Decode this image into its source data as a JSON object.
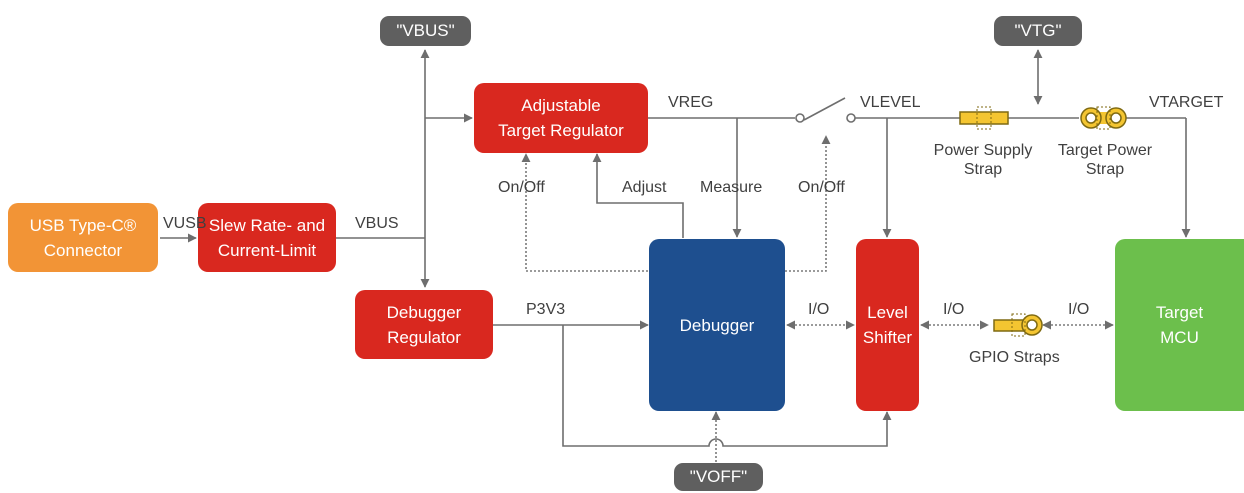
{
  "colors": {
    "usb": "#f29436",
    "red": "#d9281f",
    "debugger": "#1e4f8f",
    "target": "#6cbf4c",
    "tag": "#5f5f5f",
    "line": "#6e6e6e",
    "strap_fill": "#f4c531",
    "strap_stroke": "#7f6a12"
  },
  "blocks": {
    "usb_connector": [
      "USB Type-C®",
      "Connector"
    ],
    "slew_rate": [
      "Slew Rate- and",
      "Current-Limit"
    ],
    "debugger_regulator": [
      "Debugger",
      "Regulator"
    ],
    "adjustable_regulator": [
      "Adjustable",
      "Target Regulator"
    ],
    "debugger": "Debugger",
    "level_shifter": [
      "Level",
      "Shifter"
    ],
    "target_mcu": [
      "Target",
      "MCU"
    ]
  },
  "tags": {
    "vbus": "\"VBUS\"",
    "vtg": "\"VTG\"",
    "voff": "\"VOFF\""
  },
  "labels": {
    "vusb": "VUSB",
    "vbus": "VBUS",
    "vreg": "VREG",
    "vlevel": "VLEVEL",
    "vtarget": "VTARGET",
    "p3v3": "P3V3",
    "on_off_left": "On/Off",
    "adjust": "Adjust",
    "measure": "Measure",
    "on_off_right": "On/Off",
    "io_debugger": "I/O",
    "io_shifter": "I/O",
    "io_target": "I/O",
    "power_supply_strap": [
      "Power Supply",
      "Strap"
    ],
    "target_power_strap": [
      "Target Power",
      "Strap"
    ],
    "gpio_straps": "GPIO Straps"
  }
}
